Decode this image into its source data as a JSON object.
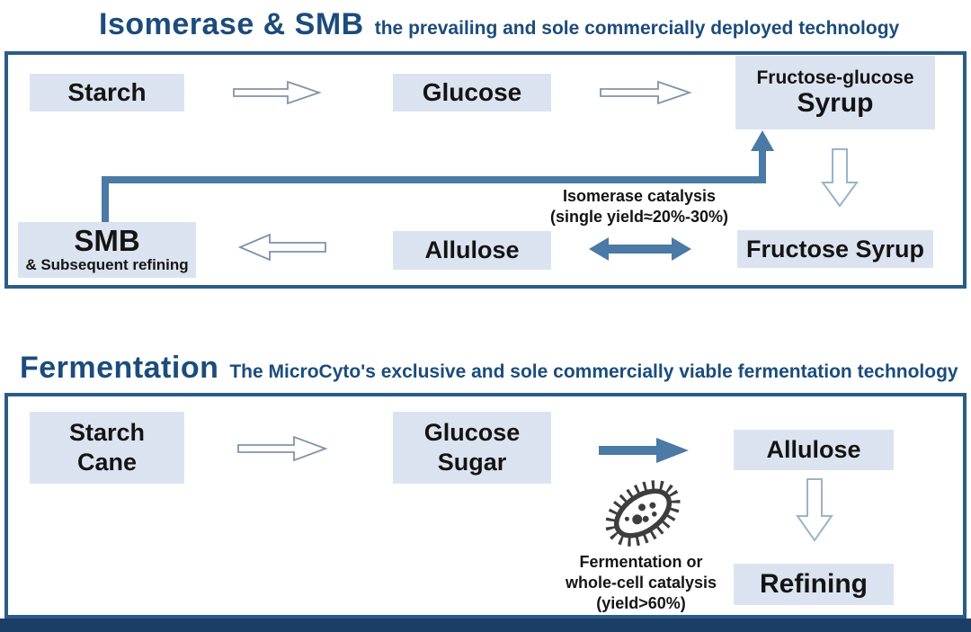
{
  "colors": {
    "title_blue": "#1b4c7c",
    "panel_border": "#2b5c86",
    "box_fill": "#dce3f0",
    "solid_arrow": "#4a7aa5",
    "outline_arrow_stroke": "#8095a5",
    "down_arrow_stroke": "#9ab4c9",
    "bottom_bar": "#1c3e66",
    "bacteria": "#3d3d3d"
  },
  "section1": {
    "title": "Isomerase & SMB",
    "subtitle": "the prevailing and sole commercially deployed technology",
    "nodes": {
      "starch": "Starch",
      "glucose": "Glucose",
      "fructose_glucose_line1": "Fructose-glucose",
      "fructose_glucose_line2": "Syrup",
      "fructose_syrup": "Fructose Syrup",
      "allulose": "Allulose",
      "smb_line1": "SMB",
      "smb_line2": "& Subsequent refining"
    },
    "annotation_line1": "Isomerase catalysis",
    "annotation_line2": "(single yield≈20%-30%)"
  },
  "section2": {
    "title": "Fermentation",
    "subtitle": "The MicroCyto's exclusive and sole commercially viable fermentation technology",
    "nodes": {
      "starch_line1": "Starch",
      "starch_line2": "Cane",
      "glucose_line1": "Glucose",
      "glucose_line2": "Sugar",
      "allulose": "Allulose",
      "refining": "Refining"
    },
    "annotation_line1": "Fermentation or",
    "annotation_line2": "whole-cell catalysis",
    "annotation_line3": "(yield>60%)"
  }
}
